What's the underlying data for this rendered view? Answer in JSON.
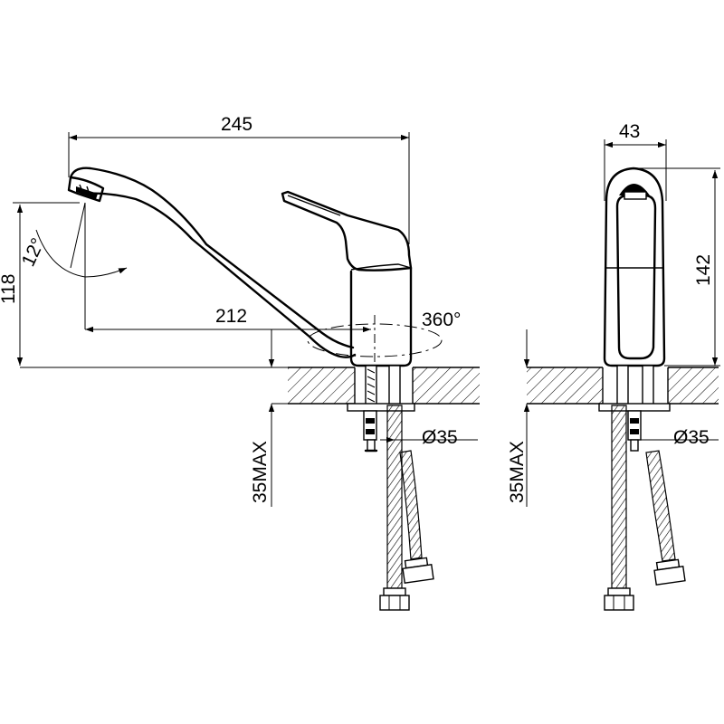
{
  "dimensions": {
    "front": {
      "overall_length": "245",
      "spout_reach": "212",
      "height": "118",
      "tilt_angle": "12°",
      "rotation": "360°",
      "hole_diameter": "Ø35",
      "max_counter_thickness": "35MAX"
    },
    "side": {
      "width": "43",
      "height": "142",
      "hole_diameter": "Ø35",
      "max_counter_thickness": "35MAX"
    }
  },
  "colors": {
    "line": "#000000",
    "background": "#ffffff"
  }
}
